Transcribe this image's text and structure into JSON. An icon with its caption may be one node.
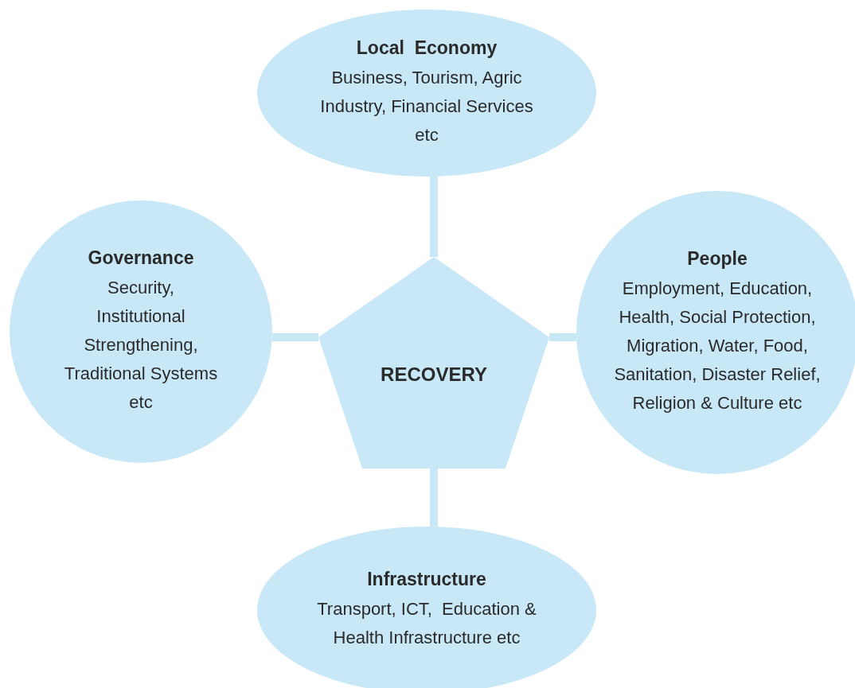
{
  "diagram": {
    "nodes": [
      {
        "text": [
          "Local  Economy",
          "Business, Tourism, Agric Industry, Financial Services etc"
        ]
      },
      {
        "text": [
          "Governance",
          "Security, Institutional Strengthening, Traditional Systems etc"
        ]
      },
      {
        "text": [
          "RECOVERY"
        ]
      },
      {
        "text": [
          "People",
          "Employment, Education, Health, Social Protection, Migration, Water, Food, Sanitation, Disaster Relief, Religion & Culture etc"
        ]
      },
      {
        "text": [
          "Infrastructure",
          "Transport, ICT,  Education & Health Infrastructure etc"
        ]
      }
    ],
    "edges": [
      {
        "from": 2,
        "to": 0,
        "arrow": "none"
      },
      {
        "from": 2,
        "to": 1,
        "arrow": "none"
      },
      {
        "from": 2,
        "to": 3,
        "arrow": "none"
      },
      {
        "from": 2,
        "to": 4,
        "arrow": "none"
      }
    ]
  }
}
